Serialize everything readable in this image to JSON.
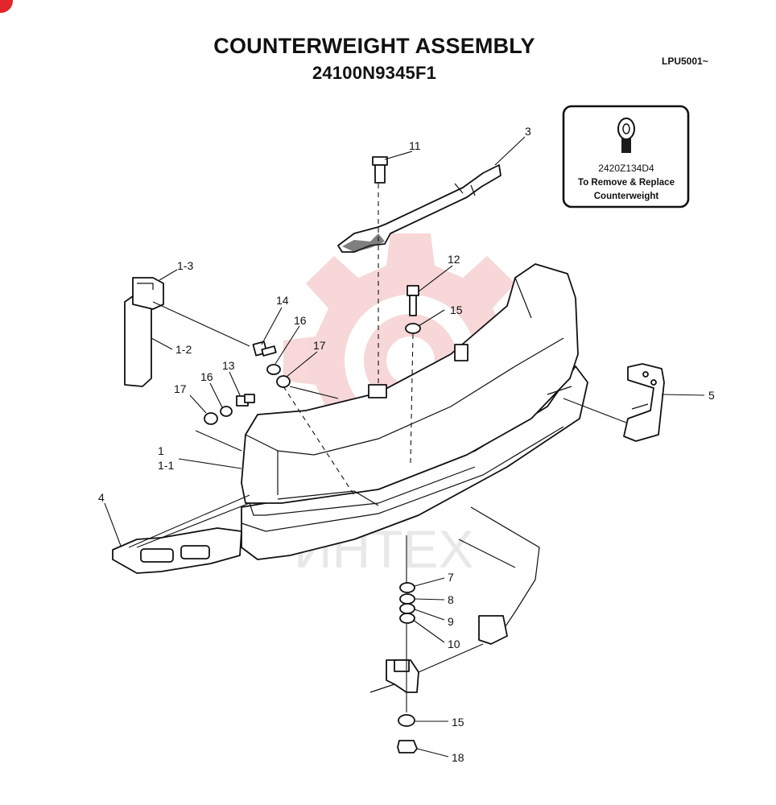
{
  "header": {
    "title": "COUNTERWEIGHT ASSEMBLY",
    "part_number": "24100N9345F1",
    "doc_code": "LPU5001~"
  },
  "note": {
    "part_number": "2420Z134D4",
    "line1": "To Remove & Replace",
    "line2": "Counterweight"
  },
  "watermark": "ИНТЕХ",
  "callouts": {
    "c1": "1",
    "c1_1": "1-1",
    "c1_2": "1-2",
    "c1_3": "1-3",
    "c3": "3",
    "c4": "4",
    "c5": "5",
    "c7": "7",
    "c8": "8",
    "c9": "9",
    "c10": "10",
    "c11": "11",
    "c12": "12",
    "c13": "13",
    "c14": "14",
    "c15a": "15",
    "c15b": "15",
    "c16a": "16",
    "c16b": "16",
    "c17a": "17",
    "c17b": "17",
    "c18": "18"
  },
  "colors": {
    "brand_red": "#e3262b",
    "watermark": "#f2b8b8",
    "ink": "#111111"
  }
}
